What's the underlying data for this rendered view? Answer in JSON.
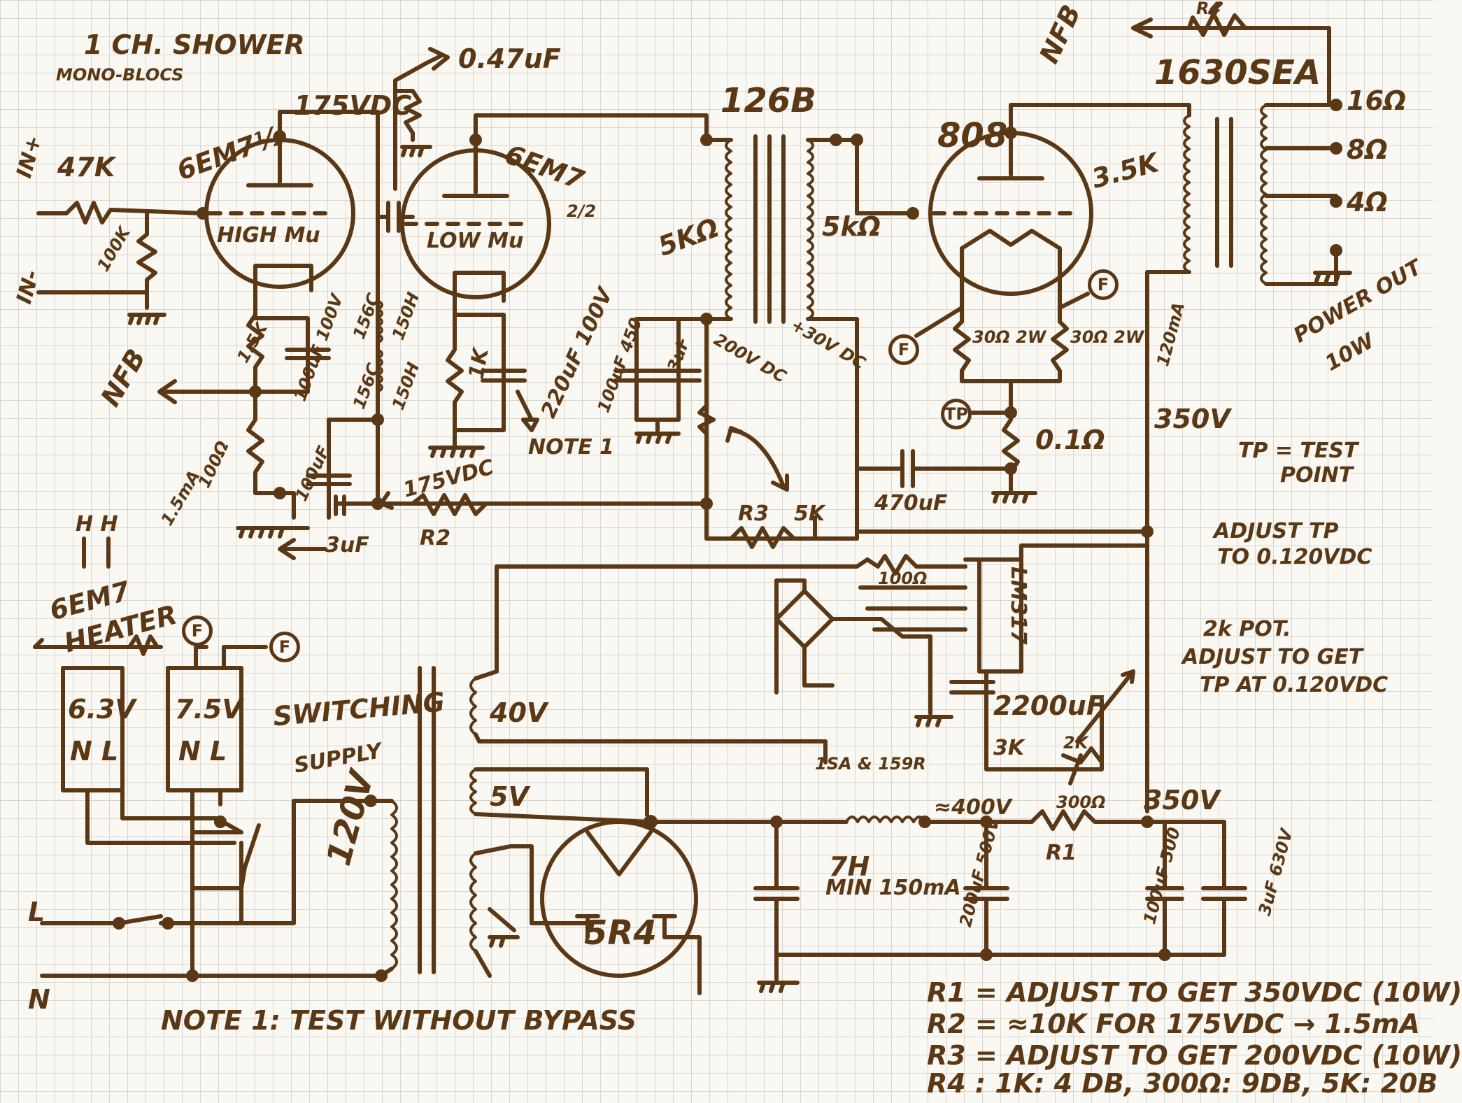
{
  "title_line1": "1 CH. SHOWER",
  "title_line2": "MONO-BLOCS",
  "input": {
    "plus": "IN+",
    "minus": "IN-",
    "r_series": "47K",
    "r_grid": "100K"
  },
  "stage1": {
    "tube": "6EM7½",
    "function": "HIGH Mu",
    "plate_v": "175VDC",
    "r_cathode": "1.5K",
    "cap_cathode": "100uF 100V",
    "nfb": "NFB",
    "r_nfb": "100Ω",
    "current": "1.5mA",
    "cap_filter": "100uF",
    "cap_supply": "3uF",
    "voltage": "175VDC",
    "resistor": "R2"
  },
  "coupling": {
    "cap": "0.47uF",
    "choke1": "156C",
    "choke1_h": "150H",
    "choke2": "156C",
    "choke2_h": "150H"
  },
  "stage2": {
    "tube": "6EM7",
    "unit": "2/2",
    "function": "LOW Mu",
    "r_cathode": "1K",
    "cap_cathode": "220uF 100V",
    "note": "NOTE 1"
  },
  "interstage": {
    "transformer": "126B",
    "primary": "5KΩ",
    "secondary": "5kΩ",
    "cap1": "100uF 450",
    "cap2": "3uF",
    "bias_v": "200V DC",
    "plus_v": "+30V DC",
    "pot": "R3",
    "pot_value": "5K"
  },
  "output_stage": {
    "tube": "808",
    "r_load": "3.5K",
    "filament": "F",
    "r_fil1": "30Ω 2W",
    "r_fil2": "30Ω 2W",
    "test_point": "TP",
    "r_sense": "0.1Ω",
    "cap_bypass": "470uF",
    "current": "120mA",
    "voltage": "350V"
  },
  "output_xfmr": {
    "nfb": "NFB",
    "r_nfb": "R4",
    "model": "1630SEA",
    "taps": [
      "16Ω",
      "8Ω",
      "4Ω"
    ],
    "power": "POWER OUT",
    "power_w": "10W"
  },
  "notes_right": {
    "tp": "TP = TEST",
    "tp2": "POINT",
    "adj1": "ADJUST TP",
    "adj2": "TO 0.120VDC",
    "pot1": "2k POT.",
    "pot2": "ADJUST TO GET",
    "pot3": "TP AT 0.120VDC"
  },
  "heater": {
    "hh": "H  H",
    "tube": "6EM7",
    "label": "HEATER",
    "xfmr1": "6.3V",
    "xfmr2": "7.5V",
    "nl1": "N  L",
    "nl2": "N  L",
    "fil": "F",
    "switching": "SWITCHING",
    "supply": "SUPPLY"
  },
  "psu": {
    "secondary1": "40V",
    "secondary2": "5V",
    "rectifier": "5R4",
    "primary": "120V",
    "regulator": "LM317",
    "r_reg": "100Ω",
    "cap_reg": "2200uF",
    "r_adj": "3K",
    "pot_adj": "2K",
    "bridge": "1SA & 159R",
    "choke": "7H",
    "choke_spec": "MIN 150mA",
    "v_choke": "≈400V",
    "cap1": "200uF 500V",
    "r1": "R1",
    "r1_value": "300Ω",
    "v_out": "350V",
    "cap2": "100uF 500",
    "cap3": "3uF 630V",
    "mains_l": "L",
    "mains_n": "N"
  },
  "note1": "NOTE 1:  TEST WITHOUT BYPASS",
  "legend": [
    "R1 = ADJUST TO GET 350VDC (10W)",
    "R2 = ≈10K FOR 175VDC → 1.5mA",
    "R3 = ADJUST TO GET 200VDC (10W)",
    "R4 : 1K: 4 DB, 300Ω: 9DB, 5K: 20B"
  ]
}
